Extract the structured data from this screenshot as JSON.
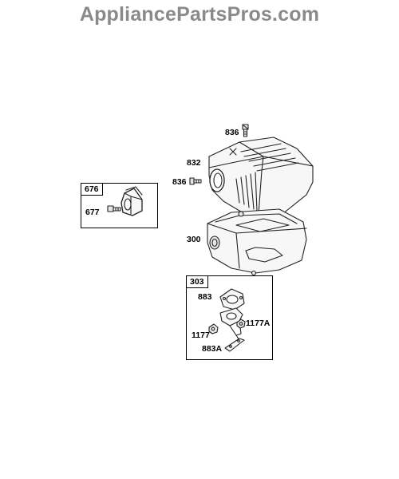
{
  "watermark": "AppliancePartsPros.com",
  "kits": {
    "kit_676": "676",
    "kit_303": "303"
  },
  "part_labels": {
    "p836_top": "836",
    "p832": "832",
    "p836_side": "836",
    "p677": "677",
    "p300": "300",
    "p883": "883",
    "p1177": "1177",
    "p1177a": "1177A",
    "p883a": "883A"
  }
}
